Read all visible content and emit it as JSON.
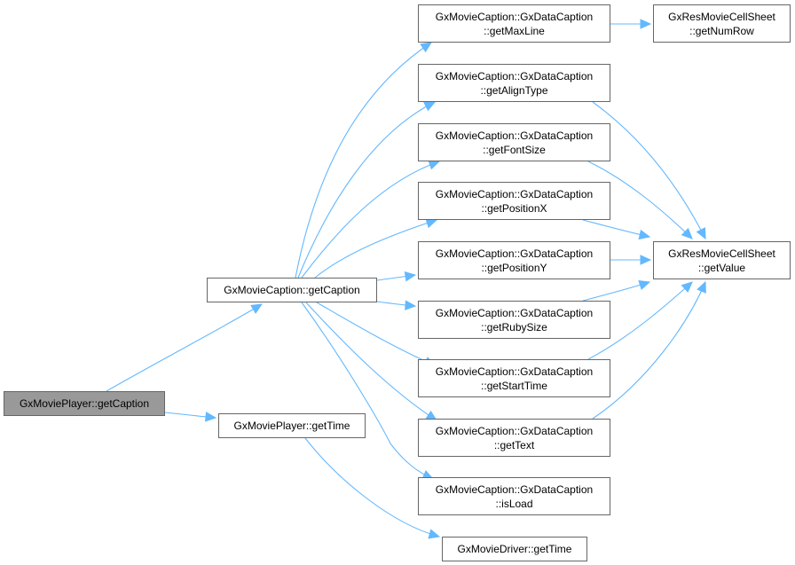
{
  "graph": {
    "title": "Call graph of GxMoviePlayer::getCaption",
    "edge_color": "#63b8ff",
    "node_border_color": "#666666",
    "root_fill_color": "#999999",
    "nodes": [
      {
        "id": "root",
        "lines": [
          "GxMoviePlayer::getCaption"
        ],
        "root": true
      },
      {
        "id": "mc_getCaption",
        "lines": [
          "GxMovieCaption::getCaption"
        ]
      },
      {
        "id": "mp_getTime",
        "lines": [
          "GxMoviePlayer::getTime"
        ]
      },
      {
        "id": "dc_getMaxLine",
        "lines": [
          "GxMovieCaption::GxDataCaption",
          "::getMaxLine"
        ]
      },
      {
        "id": "dc_getAlignType",
        "lines": [
          "GxMovieCaption::GxDataCaption",
          "::getAlignType"
        ]
      },
      {
        "id": "dc_getFontSize",
        "lines": [
          "GxMovieCaption::GxDataCaption",
          "::getFontSize"
        ]
      },
      {
        "id": "dc_getPositionX",
        "lines": [
          "GxMovieCaption::GxDataCaption",
          "::getPositionX"
        ]
      },
      {
        "id": "dc_getPositionY",
        "lines": [
          "GxMovieCaption::GxDataCaption",
          "::getPositionY"
        ]
      },
      {
        "id": "dc_getRubySize",
        "lines": [
          "GxMovieCaption::GxDataCaption",
          "::getRubySize"
        ]
      },
      {
        "id": "dc_getStartTime",
        "lines": [
          "GxMovieCaption::GxDataCaption",
          "::getStartTime"
        ]
      },
      {
        "id": "dc_getText",
        "lines": [
          "GxMovieCaption::GxDataCaption",
          "::getText"
        ]
      },
      {
        "id": "dc_isLoad",
        "lines": [
          "GxMovieCaption::GxDataCaption",
          "::isLoad"
        ]
      },
      {
        "id": "md_getTime",
        "lines": [
          "GxMovieDriver::getTime"
        ]
      },
      {
        "id": "cs_getNumRow",
        "lines": [
          "GxResMovieCellSheet",
          "::getNumRow"
        ]
      },
      {
        "id": "cs_getValue",
        "lines": [
          "GxResMovieCellSheet",
          "::getValue"
        ]
      }
    ],
    "edges": [
      {
        "from": "root",
        "to": "mc_getCaption"
      },
      {
        "from": "root",
        "to": "mp_getTime"
      },
      {
        "from": "mc_getCaption",
        "to": "dc_getMaxLine"
      },
      {
        "from": "mc_getCaption",
        "to": "dc_getAlignType"
      },
      {
        "from": "mc_getCaption",
        "to": "dc_getFontSize"
      },
      {
        "from": "mc_getCaption",
        "to": "dc_getPositionX"
      },
      {
        "from": "mc_getCaption",
        "to": "dc_getPositionY"
      },
      {
        "from": "mc_getCaption",
        "to": "dc_getRubySize"
      },
      {
        "from": "mc_getCaption",
        "to": "dc_getStartTime"
      },
      {
        "from": "mc_getCaption",
        "to": "dc_getText"
      },
      {
        "from": "mc_getCaption",
        "to": "dc_isLoad"
      },
      {
        "from": "mp_getTime",
        "to": "md_getTime"
      },
      {
        "from": "dc_getMaxLine",
        "to": "cs_getNumRow"
      },
      {
        "from": "dc_getAlignType",
        "to": "cs_getValue"
      },
      {
        "from": "dc_getFontSize",
        "to": "cs_getValue"
      },
      {
        "from": "dc_getPositionX",
        "to": "cs_getValue"
      },
      {
        "from": "dc_getPositionY",
        "to": "cs_getValue"
      },
      {
        "from": "dc_getRubySize",
        "to": "cs_getValue"
      },
      {
        "from": "dc_getStartTime",
        "to": "cs_getValue"
      },
      {
        "from": "dc_getText",
        "to": "cs_getValue"
      }
    ]
  }
}
